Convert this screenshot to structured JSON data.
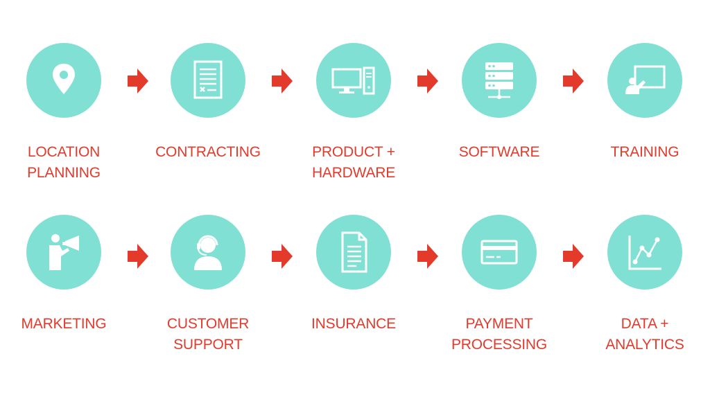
{
  "steps": [
    {
      "lines": [
        "LOCATION",
        "PLANNING"
      ],
      "icon": "map-pin-icon"
    },
    {
      "lines": [
        "CONTRACTING",
        ""
      ],
      "icon": "contract-document-icon"
    },
    {
      "lines": [
        "PRODUCT +",
        "HARDWARE"
      ],
      "icon": "computer-icon"
    },
    {
      "lines": [
        "SOFTWARE",
        ""
      ],
      "icon": "server-icon"
    },
    {
      "lines": [
        "TRAINING",
        ""
      ],
      "icon": "presentation-board-icon"
    },
    {
      "lines": [
        "MARKETING",
        ""
      ],
      "icon": "megaphone-icon"
    },
    {
      "lines": [
        "CUSTOMER",
        "SUPPORT"
      ],
      "icon": "headset-agent-icon"
    },
    {
      "lines": [
        "INSURANCE",
        ""
      ],
      "icon": "document-icon"
    },
    {
      "lines": [
        "PAYMENT",
        "PROCESSING"
      ],
      "icon": "credit-card-icon"
    },
    {
      "lines": [
        "DATA +",
        "ANALYTICS"
      ],
      "icon": "line-chart-icon"
    }
  ],
  "colors": {
    "circle": "#7fe0d3",
    "accent": "#e33a2c",
    "icon": "#ffffff"
  }
}
